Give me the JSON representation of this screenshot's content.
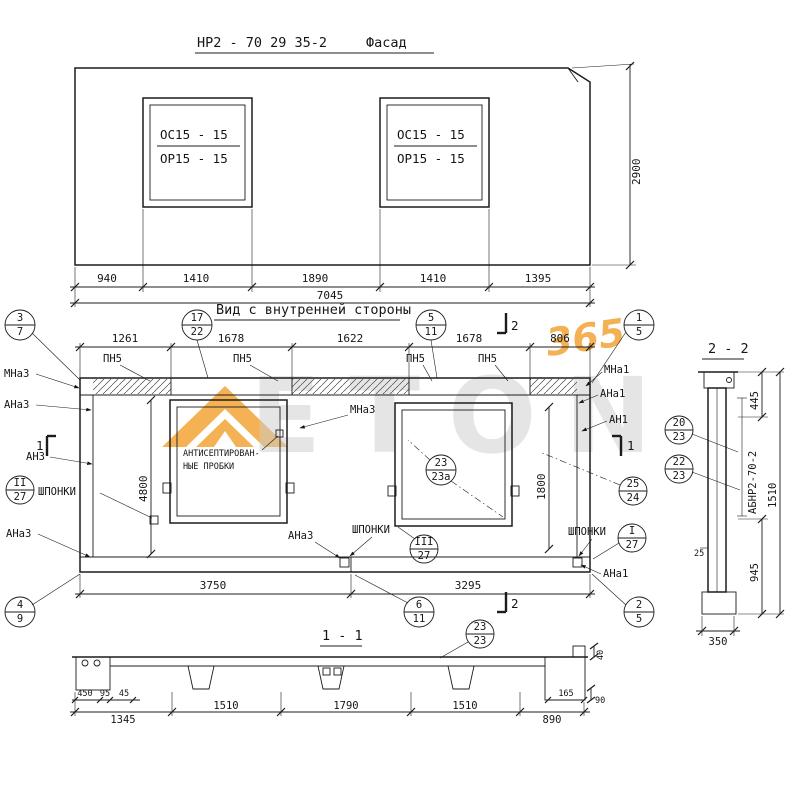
{
  "watermark": {
    "brand": "ETON",
    "accent": "365"
  },
  "header": {
    "title": "НР2 - 70  29  35-2",
    "subtitle": "Фасад"
  },
  "facade": {
    "window_top": "ОС15 - 15",
    "window_bottom": "ОР15 - 15",
    "dims": [
      "940",
      "1410",
      "1890",
      "1410",
      "1395"
    ],
    "total": "7045",
    "height": "2900"
  },
  "inner": {
    "title": "Вид с внутренней стороны",
    "dims_top": [
      "1261",
      "1678",
      "1622",
      "1678",
      "806"
    ],
    "dims_bottom": [
      "3750",
      "3295"
    ],
    "dim_left": "4800",
    "dim_right": "1800",
    "pn5": "ПН5",
    "mna3": "МНа3",
    "ana3": "АНа3",
    "an3": "АН3",
    "mna1": "МНа1",
    "ana1": "АНа1",
    "an1": "АН1",
    "shponki": "ШПОНКИ",
    "antiseptic_1": "АНТИСЕПТИРОВАН-",
    "antiseptic_2": "НЫЕ ПРОБКИ",
    "cut1": "1",
    "cut2": "2"
  },
  "callouts": {
    "c3": {
      "t": "3",
      "b": "7"
    },
    "c17": {
      "t": "17",
      "b": "22"
    },
    "c5": {
      "t": "5",
      "b": "11"
    },
    "c1": {
      "t": "1",
      "b": "5"
    },
    "c4": {
      "t": "4",
      "b": "9"
    },
    "c6": {
      "t": "6",
      "b": "11"
    },
    "c2": {
      "t": "2",
      "b": "5"
    },
    "c23a": {
      "t": "23",
      "b": "23а"
    },
    "c25": {
      "t": "25",
      "b": "24"
    },
    "c20": {
      "t": "20",
      "b": "23"
    },
    "c22": {
      "t": "22",
      "b": "23"
    },
    "c23": {
      "t": "23",
      "b": "23"
    },
    "cII": {
      "t": "II",
      "b": "27"
    },
    "cIII": {
      "t": "III",
      "b": "27"
    },
    "cI": {
      "t": "I",
      "b": "27"
    }
  },
  "section2": {
    "title": "2 - 2",
    "label": "АБНР2-70-2",
    "d445": "445",
    "d1510": "1510",
    "d945": "945",
    "d25": "25",
    "d350": "350"
  },
  "section1": {
    "title": "1 - 1",
    "small_dims": [
      "450",
      "95",
      "45"
    ],
    "dims": [
      "1345",
      "1510",
      "1790",
      "1510",
      "890"
    ],
    "d165": "165",
    "d90": "90",
    "d40": "40"
  }
}
